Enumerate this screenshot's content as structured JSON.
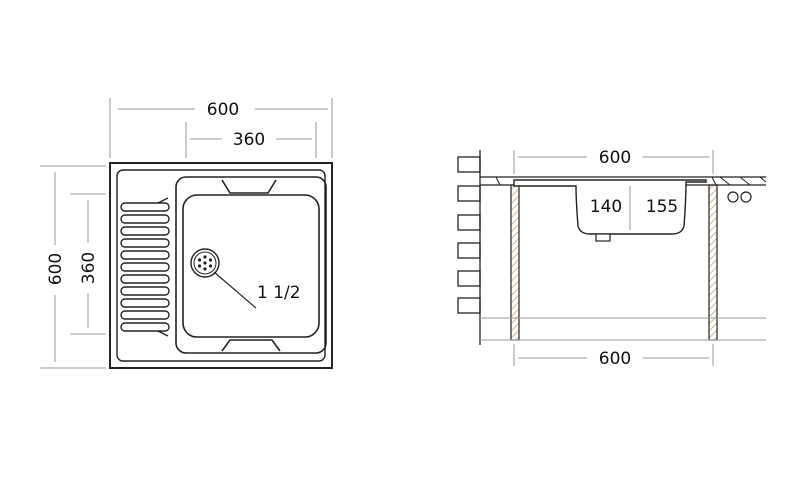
{
  "top_view": {
    "width_overall": "600",
    "width_bowl": "360",
    "height_overall": "600",
    "height_bowl": "360",
    "drain_size": "1 1/2"
  },
  "side_view": {
    "width_top": "600",
    "width_bottom": "600",
    "depth_left": "140",
    "depth_right": "155"
  },
  "colors": {
    "line": "#222222",
    "dim_line": "#9a9a9a",
    "hatch": "#c8a27a",
    "background": "#ffffff"
  }
}
